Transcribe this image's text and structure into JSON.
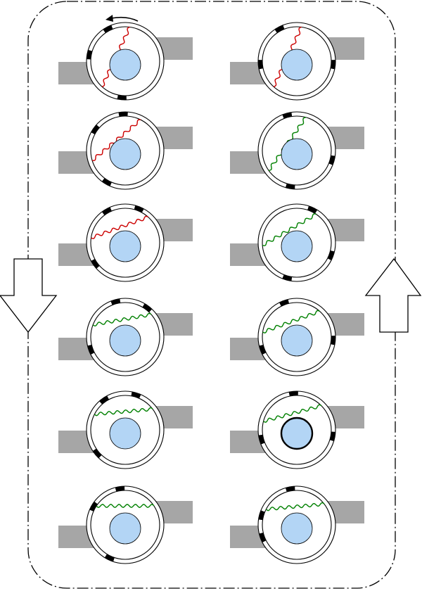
{
  "diagram": {
    "colors": {
      "block": "#a6a6a6",
      "core": "#b3d5f5",
      "ring": "#000000",
      "spring_strained": "#cc0000",
      "spring_relaxed": "#008000",
      "background": "#ffffff"
    },
    "rotation_indicator": "counterclockwise-arrow-icon",
    "flow": {
      "left_arrow": "down-arrow-icon",
      "right_arrow": "up-arrow-icon"
    },
    "columns": [
      {
        "name": "left",
        "frames": [
          {
            "spring": "red",
            "spring_angle_deg": -65,
            "marker_angles_deg": [
              -118,
              95,
              190
            ]
          },
          {
            "spring": "red",
            "spring_angle_deg": -40,
            "marker_angles_deg": [
              -93,
              120,
              215
            ]
          },
          {
            "spring": "red",
            "spring_angle_deg": -20,
            "marker_angles_deg": [
              -68,
              145,
              240
            ]
          },
          {
            "spring": "green",
            "spring_angle_deg": -10,
            "marker_angles_deg": [
              -53,
              160,
              255
            ]
          },
          {
            "spring": "green",
            "spring_angle_deg": -5,
            "marker_angles_deg": [
              -73,
              140,
              235
            ]
          },
          {
            "spring": "green",
            "spring_angle_deg": 0,
            "marker_angles_deg": [
              -98,
              115,
              210
            ]
          }
        ]
      },
      {
        "name": "right",
        "frames": [
          {
            "spring": "red",
            "spring_angle_deg": -65,
            "marker_angles_deg": [
              -118,
              5,
              175
            ]
          },
          {
            "spring": "green",
            "spring_angle_deg": -55,
            "marker_angles_deg": [
              -105,
              15,
              100
            ]
          },
          {
            "spring": "green",
            "spring_angle_deg": -30,
            "marker_angles_deg": [
              -65,
              20,
              105
            ]
          },
          {
            "spring": "green",
            "spring_angle_deg": -20,
            "marker_angles_deg": [
              -110,
              5,
              160
            ]
          },
          {
            "spring": "green",
            "spring_angle_deg": -15,
            "marker_angles_deg": [
              -95,
              10,
              165
            ]
          },
          {
            "spring": "green",
            "spring_angle_deg": -5,
            "marker_angles_deg": [
              -100,
              160,
              195
            ]
          }
        ]
      }
    ],
    "highlighted_frame": {
      "column": 1,
      "row": 4
    }
  }
}
